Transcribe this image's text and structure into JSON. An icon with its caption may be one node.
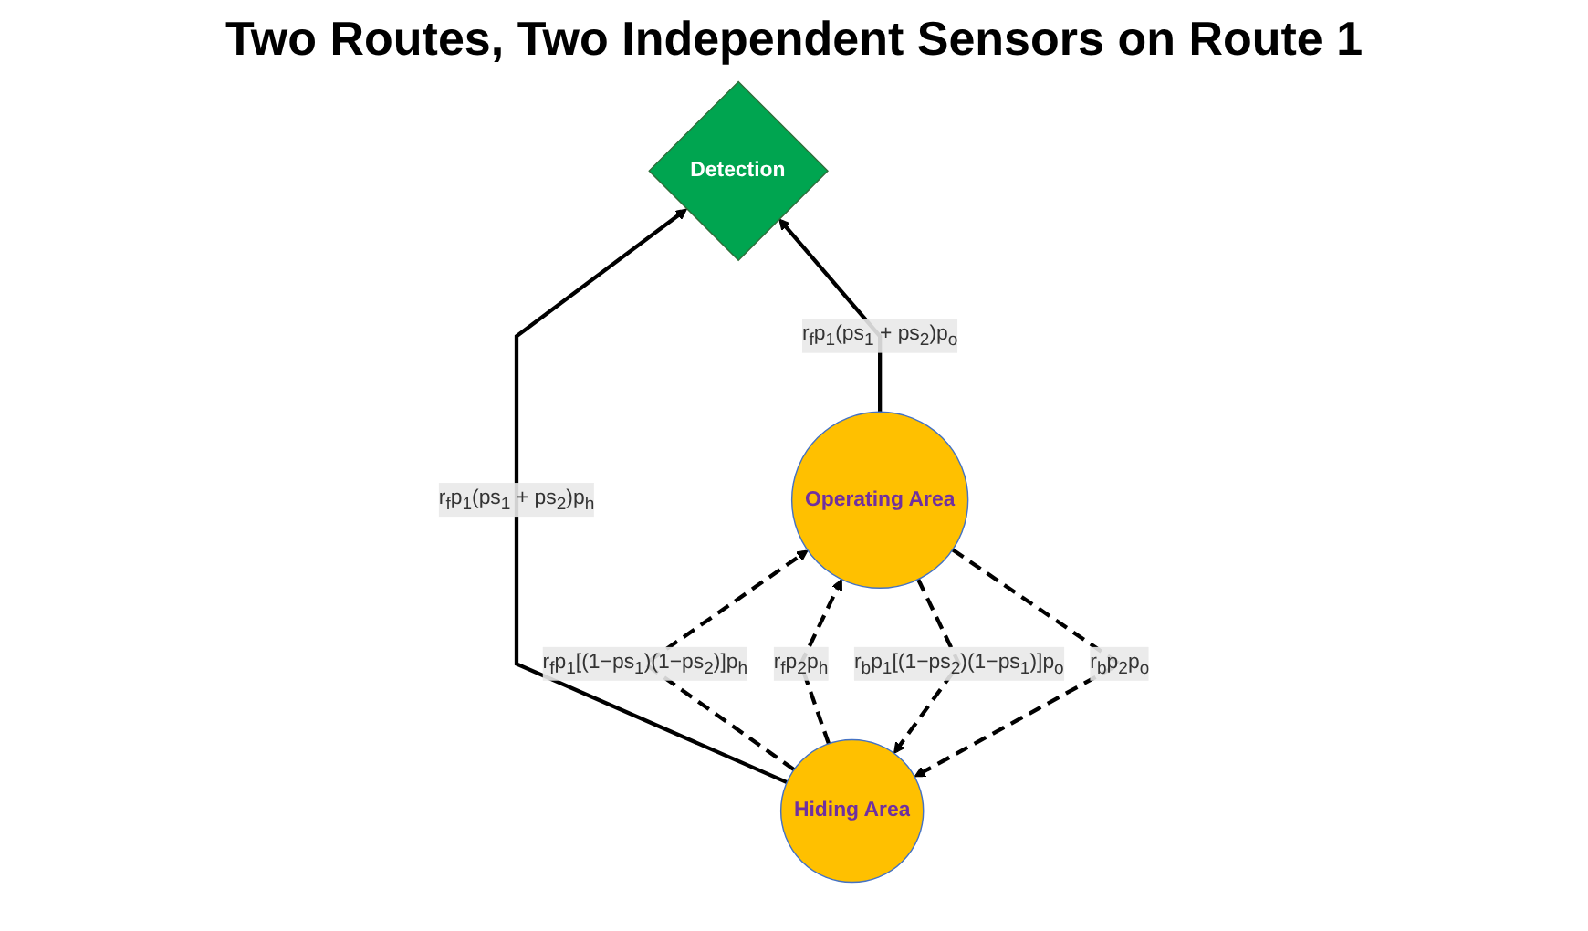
{
  "diagram": {
    "title": "Two Routes, Two Independent Sensors on Route 1",
    "nodes": [
      {
        "text": [
          "Detection"
        ]
      },
      {
        "text": [
          "Hiding Area"
        ]
      },
      {
        "text": [
          "Operating Area"
        ]
      }
    ],
    "edges": [
      {
        "from": 1,
        "to": 0,
        "arrow": "to",
        "label": "r$_{f}$p$_{1}$(ps$_{1}$ + ps$_{2}$)p$_{h}$"
      },
      {
        "from": 2,
        "to": 0,
        "arrow": "to",
        "label": "r$_{f}$p$_{1}$(ps$_{1}$ + ps$_{2}$)p$_{o}$"
      },
      {
        "from": 1,
        "to": 2,
        "arrow": "to",
        "style": "dashed",
        "label": "r$_{f}$p$_{1}$[(1−ps$_{1}$)(1−ps$_{2}$)]p$_{h}$"
      },
      {
        "from": 1,
        "to": 2,
        "arrow": "to",
        "style": "dashed",
        "label": "r$_{f}$p$_{2}$p$_{h}$"
      },
      {
        "from": 2,
        "to": 1,
        "arrow": "to",
        "style": "dashed",
        "label": "r$_{b}$p$_{1}$[(1−ps$_{2}$)(1−ps$_{1}$)]p$_{o}$"
      },
      {
        "from": 2,
        "to": 1,
        "arrow": "to",
        "style": "dashed",
        "label": "r$_{b}$p$_{2}$p$_{o}$"
      }
    ]
  }
}
